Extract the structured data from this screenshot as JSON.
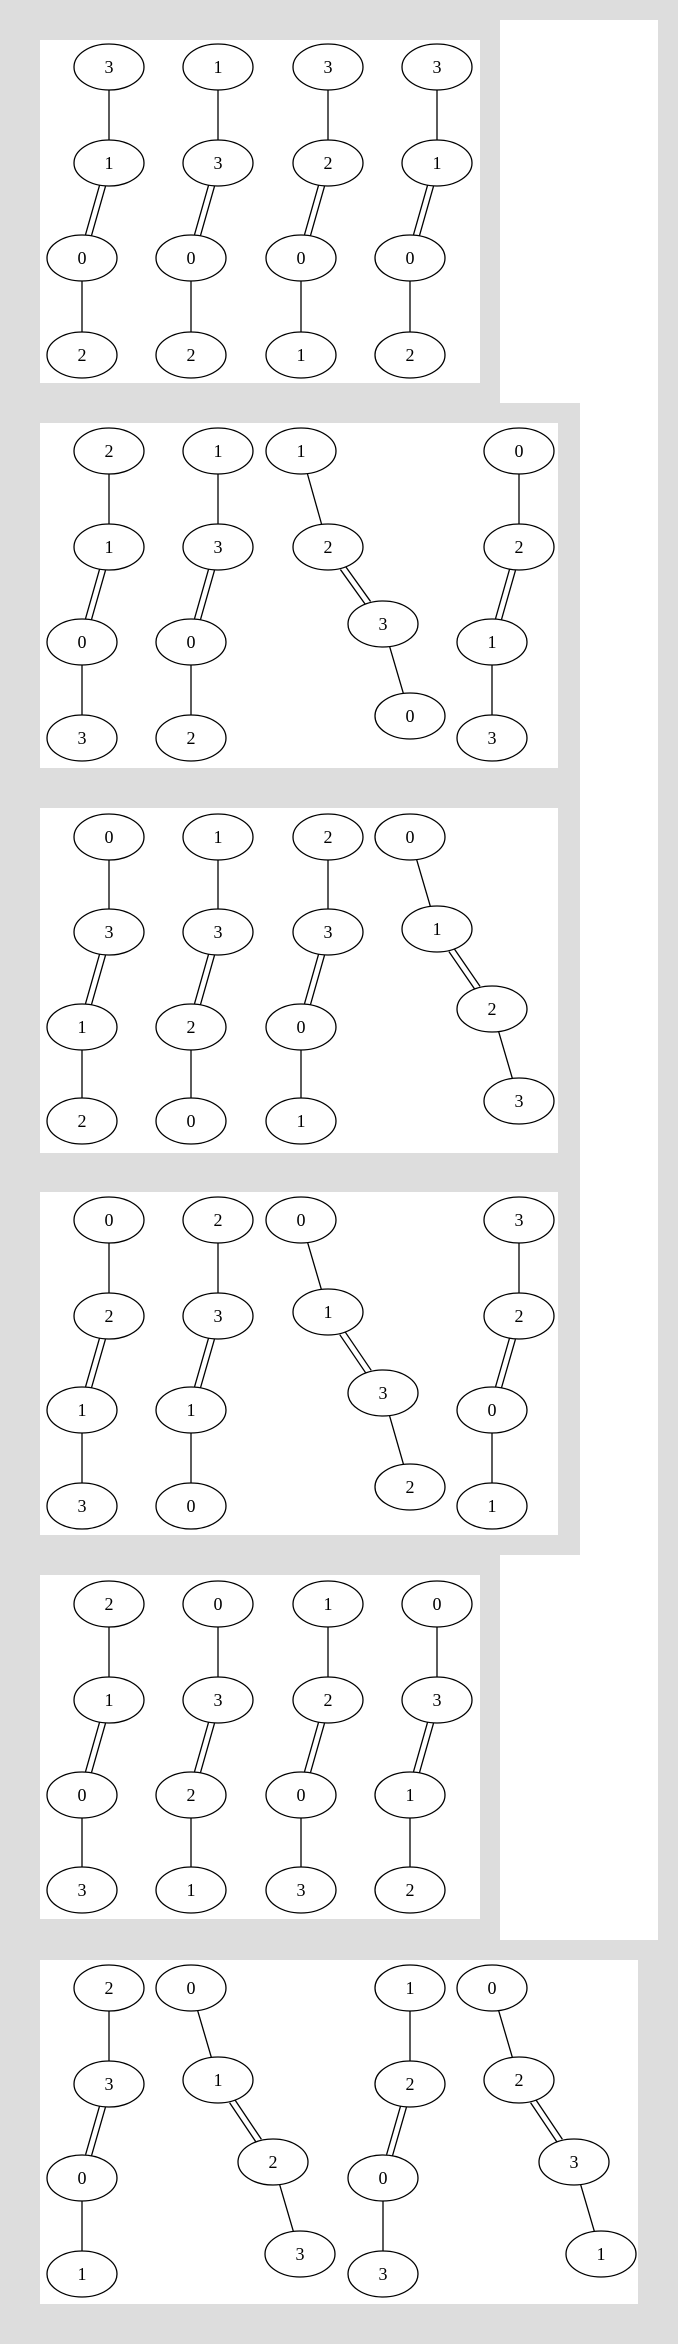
{
  "groups": [
    {
      "graphs": [
        {
          "nodes": [
            "3",
            "1",
            "0",
            "2"
          ],
          "edges": [
            "single",
            "double",
            "single"
          ]
        },
        {
          "nodes": [
            "1",
            "3",
            "0",
            "2"
          ],
          "edges": [
            "single",
            "double",
            "single"
          ]
        },
        {
          "nodes": [
            "3",
            "2",
            "0",
            "1"
          ],
          "edges": [
            "single",
            "double",
            "single"
          ]
        },
        {
          "nodes": [
            "3",
            "1",
            "0",
            "2"
          ],
          "edges": [
            "single",
            "double",
            "single"
          ]
        }
      ]
    },
    {
      "graphs": [
        {
          "nodes": [
            "2",
            "1",
            "0",
            "3"
          ],
          "edges": [
            "single",
            "double",
            "single"
          ]
        },
        {
          "nodes": [
            "1",
            "3",
            "0",
            "2"
          ],
          "edges": [
            "single",
            "double",
            "single"
          ]
        },
        {
          "nodes": [
            "1",
            "2",
            "3",
            "0"
          ],
          "edges": [
            "single",
            "double",
            "single"
          ]
        },
        {
          "nodes": [
            "0",
            "2",
            "1",
            "3"
          ],
          "edges": [
            "single",
            "double",
            "single"
          ]
        }
      ]
    },
    {
      "graphs": [
        {
          "nodes": [
            "0",
            "3",
            "1",
            "2"
          ],
          "edges": [
            "single",
            "double",
            "single"
          ]
        },
        {
          "nodes": [
            "1",
            "3",
            "2",
            "0"
          ],
          "edges": [
            "single",
            "double",
            "single"
          ]
        },
        {
          "nodes": [
            "2",
            "3",
            "0",
            "1"
          ],
          "edges": [
            "single",
            "double",
            "single"
          ]
        },
        {
          "nodes": [
            "0",
            "1",
            "2",
            "3"
          ],
          "edges": [
            "single",
            "double",
            "single"
          ]
        }
      ]
    },
    {
      "graphs": [
        {
          "nodes": [
            "0",
            "2",
            "1",
            "3"
          ],
          "edges": [
            "single",
            "double",
            "single"
          ]
        },
        {
          "nodes": [
            "2",
            "3",
            "1",
            "0"
          ],
          "edges": [
            "single",
            "double",
            "single"
          ]
        },
        {
          "nodes": [
            "0",
            "1",
            "3",
            "2"
          ],
          "edges": [
            "single",
            "double",
            "single"
          ]
        },
        {
          "nodes": [
            "3",
            "2",
            "0",
            "1"
          ],
          "edges": [
            "single",
            "double",
            "single"
          ]
        }
      ]
    },
    {
      "graphs": [
        {
          "nodes": [
            "2",
            "1",
            "0",
            "3"
          ],
          "edges": [
            "single",
            "double",
            "single"
          ]
        },
        {
          "nodes": [
            "0",
            "3",
            "2",
            "1"
          ],
          "edges": [
            "single",
            "double",
            "single"
          ]
        },
        {
          "nodes": [
            "1",
            "2",
            "0",
            "3"
          ],
          "edges": [
            "single",
            "double",
            "single"
          ]
        },
        {
          "nodes": [
            "0",
            "3",
            "1",
            "2"
          ],
          "edges": [
            "single",
            "double",
            "single"
          ]
        }
      ]
    },
    {
      "graphs": [
        {
          "nodes": [
            "2",
            "3",
            "0",
            "1"
          ],
          "edges": [
            "single",
            "double",
            "single"
          ]
        },
        {
          "nodes": [
            "0",
            "1",
            "2",
            "3"
          ],
          "edges": [
            "single",
            "double",
            "single"
          ]
        },
        {
          "nodes": [
            "1",
            "2",
            "0",
            "3"
          ],
          "edges": [
            "single",
            "double",
            "single"
          ]
        },
        {
          "nodes": [
            "0",
            "2",
            "3",
            "1"
          ],
          "edges": [
            "single",
            "double",
            "single"
          ]
        }
      ]
    }
  ]
}
